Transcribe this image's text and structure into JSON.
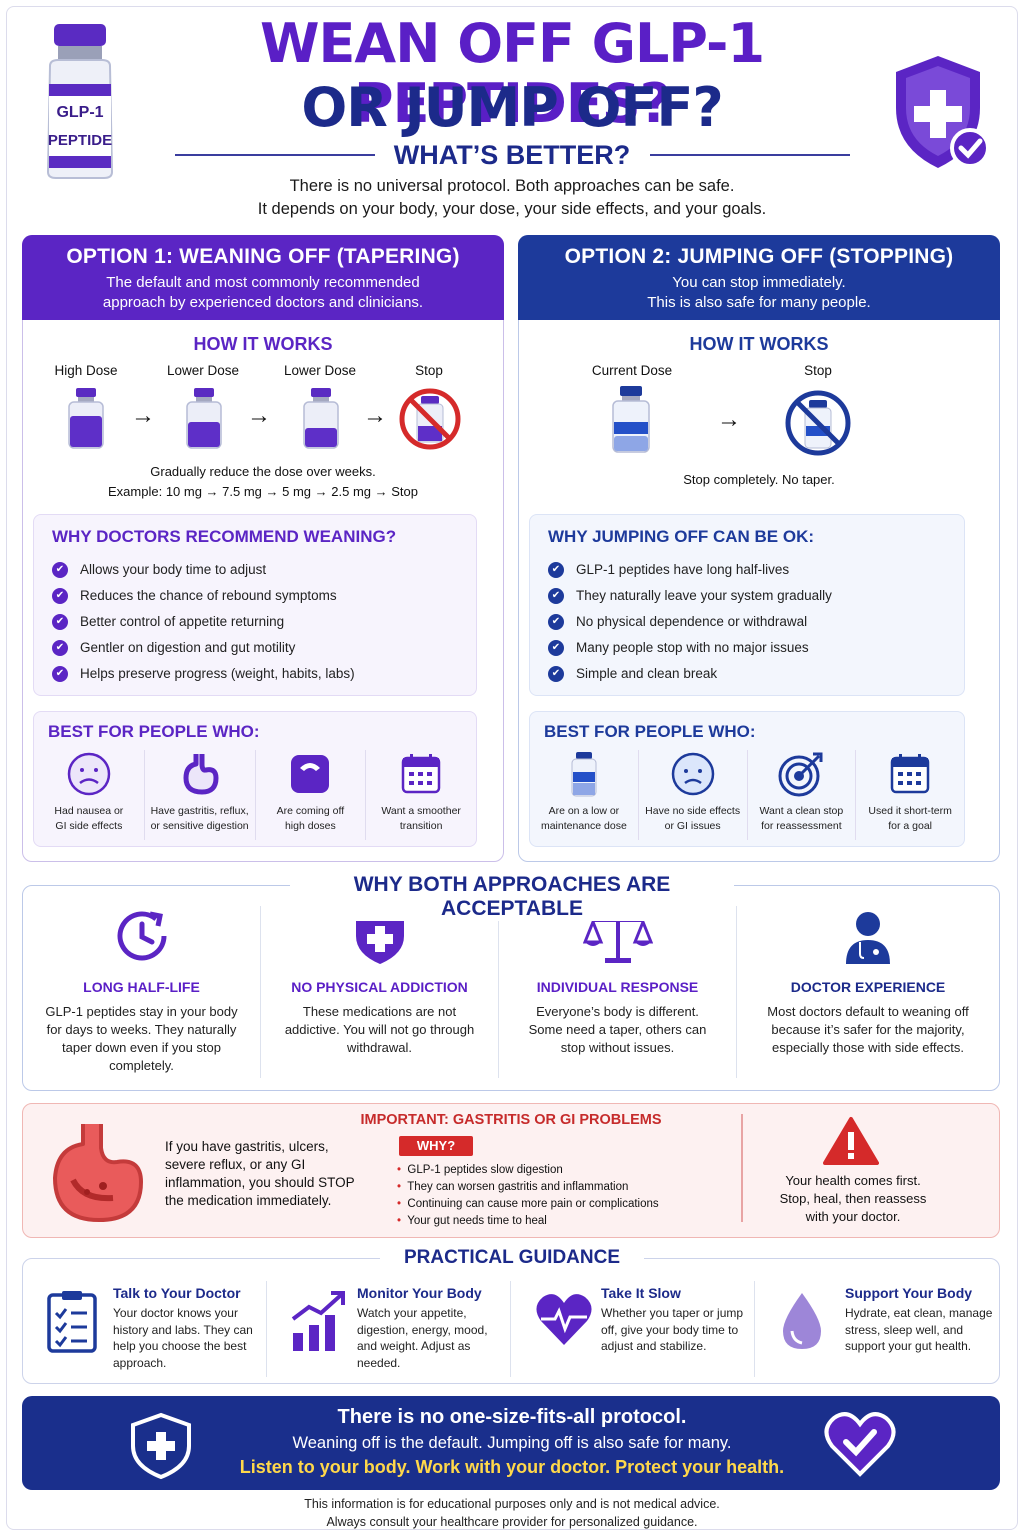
{
  "header": {
    "vial_label_1": "GLP-1",
    "vial_label_2": "PEPTIDE",
    "title_line1": "WEAN OFF GLP-1 PEPTIDES?",
    "title_line2": "OR JUMP OFF?",
    "subtitle": "WHAT’S BETTER?",
    "intro_line1": "There is no universal protocol. Both approaches can be safe.",
    "intro_line2": "It depends on your body, your dose, your side effects, and your goals."
  },
  "option1": {
    "title": "OPTION 1: WEANING OFF (TAPERING)",
    "subtitle_line1": "The default and most commonly recommended",
    "subtitle_line2": "approach by experienced doctors and clinicians.",
    "how_title": "HOW IT WORKS",
    "steps": [
      "High Dose",
      "Lower Dose",
      "Lower Dose",
      "Stop"
    ],
    "arrow": "→",
    "desc_line1": "Gradually reduce the dose over weeks.",
    "desc_line2": "Example: 10 mg  → 7.5 mg  → 5 mg  → 2.5 mg  → Stop",
    "why_title": "WHY DOCTORS RECOMMEND WEANING?",
    "why_items": [
      "Allows your body time to adjust",
      "Reduces the chance of rebound symptoms",
      "Better control of appetite returning",
      "Gentler on digestion and gut motility",
      "Helps preserve progress (weight, habits, labs)"
    ],
    "best_title": "BEST FOR PEOPLE WHO:",
    "best_items": [
      {
        "l1": "Had nausea or",
        "l2": "GI side effects"
      },
      {
        "l1": "Have gastritis, reflux,",
        "l2": "or sensitive digestion"
      },
      {
        "l1": "Are coming off",
        "l2": "high doses"
      },
      {
        "l1": "Want a smoother",
        "l2": "transition"
      }
    ]
  },
  "option2": {
    "title": "OPTION 2: JUMPING OFF (STOPPING)",
    "subtitle_line1": "You can stop immediately.",
    "subtitle_line2": "This is also safe for many people.",
    "how_title": "HOW IT WORKS",
    "steps": [
      "Current Dose",
      "Stop"
    ],
    "arrow": "→",
    "desc": "Stop completely. No taper.",
    "why_title": "WHY JUMPING OFF CAN BE OK:",
    "why_items": [
      "GLP-1 peptides have long half-lives",
      "They naturally leave your system gradually",
      "No physical dependence or withdrawal",
      "Many people stop with no major issues",
      "Simple and clean break"
    ],
    "best_title": "BEST FOR PEOPLE WHO:",
    "best_items": [
      {
        "l1": "Are on a low or",
        "l2": "maintenance dose"
      },
      {
        "l1": "Have no side effects",
        "l2": "or GI issues"
      },
      {
        "l1": "Want a clean stop",
        "l2": "for reassessment"
      },
      {
        "l1": "Used it short-term",
        "l2": "for a goal"
      }
    ]
  },
  "both": {
    "title": "WHY BOTH APPROACHES ARE ACCEPTABLE",
    "items": [
      {
        "title": "LONG HALF-LIFE",
        "text": "GLP-1 peptides stay in your body for days to weeks. They naturally taper down even if you stop completely."
      },
      {
        "title": "NO PHYSICAL ADDICTION",
        "text": "These medications are not addictive. You will not go through withdrawal."
      },
      {
        "title": "INDIVIDUAL RESPONSE",
        "text": "Everyone’s body is different. Some need a taper, others can stop without issues."
      },
      {
        "title": "DOCTOR EXPERIENCE",
        "text": "Most doctors default to weaning off because it’s safer for the majority, especially those with side effects."
      }
    ]
  },
  "gi": {
    "title": "IMPORTANT: GASTRITIS OR GI PROBLEMS",
    "lead": "If you have gastritis, ulcers, severe reflux, or any GI inflammation, you should STOP the medication immediately.",
    "why_label": "WHY?",
    "why_items": [
      "GLP-1 peptides slow digestion",
      "They can worsen gastritis and inflammation",
      "Continuing can cause more pain or complications",
      "Your gut needs time to heal"
    ],
    "note_line1": "Your health comes first.",
    "note_line2": "Stop, heal, then reassess",
    "note_line3": "with your doctor."
  },
  "practical": {
    "title": "PRACTICAL GUIDANCE",
    "items": [
      {
        "title": "Talk to Your Doctor",
        "text": "Your doctor knows your history and labs. They can help you choose the best approach."
      },
      {
        "title": "Monitor Your Body",
        "text": "Watch your appetite, digestion, energy, mood, and weight. Adjust as needed."
      },
      {
        "title": "Take It Slow",
        "text": "Whether you taper or jump off, give your body time to adjust and stabilize."
      },
      {
        "title": "Support Your Body",
        "text": "Hydrate, eat clean, manage stress, sleep well, and support your gut health."
      }
    ]
  },
  "banner": {
    "line1": "There is no one-size-fits-all protocol.",
    "line2": "Weaning off is the default. Jumping off is also safe for many.",
    "line3": "Listen to your body. Work with your doctor. Protect your health."
  },
  "footer": {
    "line1": "This information is for educational purposes only and is not medical advice.",
    "line2": "Always consult your healthcare provider for personalized guidance."
  },
  "colors": {
    "purple": "#5b25c4",
    "navy": "#1d3a9b",
    "red": "#c62b2b",
    "yellow": "#ffd84a"
  }
}
